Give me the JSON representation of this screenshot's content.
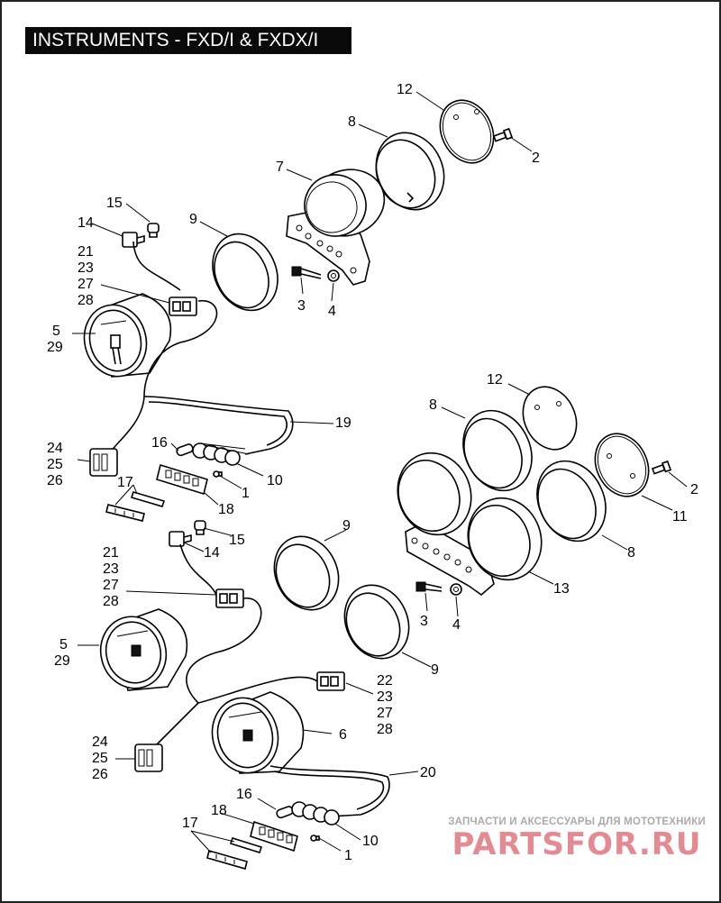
{
  "title": "INSTRUMENTS - FXD/I & FXDX/I",
  "callouts": {
    "c1a": "1",
    "c1b": "1",
    "c2a": "2",
    "c2b": "2",
    "c3a": "3",
    "c3b": "3",
    "c4a": "4",
    "c4b": "4",
    "c5a": "5",
    "c5b": "5",
    "c6": "6",
    "c7": "7",
    "c8a": "8",
    "c8b": "8",
    "c8c": "8",
    "c9a": "9",
    "c9b": "9",
    "c9c": "9",
    "c10a": "10",
    "c10b": "10",
    "c11": "11",
    "c12a": "12",
    "c12b": "12",
    "c13": "13",
    "c14a": "14",
    "c14b": "14",
    "c15a": "15",
    "c15b": "15",
    "c16a": "16",
    "c16b": "16",
    "c17a": "17",
    "c17b": "17",
    "c18a": "18",
    "c18b": "18",
    "c19": "19",
    "c20": "20",
    "c21a": "21",
    "c21b": "21",
    "c22": "22",
    "c23a": "23",
    "c23b": "23",
    "c23c": "23",
    "c24a": "24",
    "c24b": "24",
    "c25a": "25",
    "c25b": "25",
    "c26a": "26",
    "c26b": "26",
    "c27a": "27",
    "c27b": "27",
    "c27c": "27",
    "c28a": "28",
    "c28b": "28",
    "c28c": "28",
    "c29a": "29",
    "c29b": "29"
  },
  "watermark": {
    "tagline": "ЗАПЧАСТИ И АКСЕССУАРЫ ДЛЯ МОТОТЕХНИКИ",
    "logo": "PARTSFOR.RU"
  }
}
